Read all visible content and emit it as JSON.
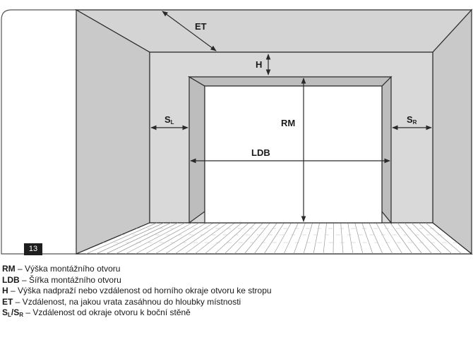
{
  "figure_number": "13",
  "labels": {
    "et": "ET",
    "h": "H",
    "rm": "RM",
    "ldb": "LDB",
    "sl_main": "S",
    "sl_sub": "L",
    "sr_main": "S",
    "sr_sub": "R"
  },
  "legend": [
    {
      "term": "RM",
      "desc": " – Výška montážního otvoru"
    },
    {
      "term": "LDB",
      "desc": " – Šířka montážního otvoru"
    },
    {
      "term": "H",
      "desc": " – Výška nadpraží nebo vzdálenost od horního okraje otvoru ke stropu"
    },
    {
      "term": "ET",
      "desc": " – Vzdálenost, na jakou vrata zasáhnou do hloubky místnosti"
    }
  ],
  "legend_last": {
    "a_main": "S",
    "a_sub": "L",
    "sep": "/",
    "b_main": "S",
    "b_sub": "R",
    "desc": " – Vzdálenost od okraje otvoru k boční stěně"
  },
  "colors": {
    "wall_back": "#d9d9d9",
    "wall_side": "#c9c9c9",
    "ceiling": "#d4d4d4",
    "reveal": "#bdbdbd",
    "floor": "#ffffff",
    "opening": "#ffffff",
    "stroke": "#2a2a2a"
  }
}
